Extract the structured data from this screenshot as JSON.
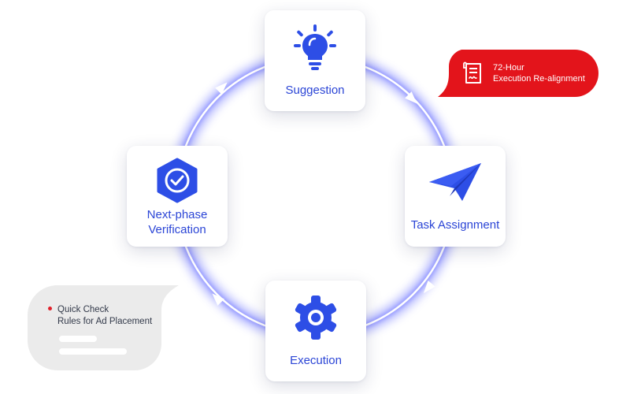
{
  "cycle": {
    "steps": [
      {
        "id": "suggestion",
        "label": "Suggestion",
        "icon": "lightbulb-icon"
      },
      {
        "id": "task",
        "label": "Task Assignment",
        "icon": "paper-plane-icon"
      },
      {
        "id": "execution",
        "label": "Execution",
        "icon": "gear-icon"
      },
      {
        "id": "verify",
        "label_line1": "Next-phase",
        "label_line2": "Verification",
        "icon": "shield-check-icon"
      }
    ]
  },
  "callout_red": {
    "line1": "72-Hour",
    "line2": "Execution Re-alignment",
    "icon": "document-icon",
    "color": "#e3141b"
  },
  "callout_gray": {
    "line1": "Quick Check",
    "line2": "Rules for Ad Placement",
    "bullet_color": "#e0202a"
  },
  "colors": {
    "accent": "#2b45d6",
    "ring_glow": "#6d74ff",
    "icon_blue": "#2d4ee6"
  }
}
